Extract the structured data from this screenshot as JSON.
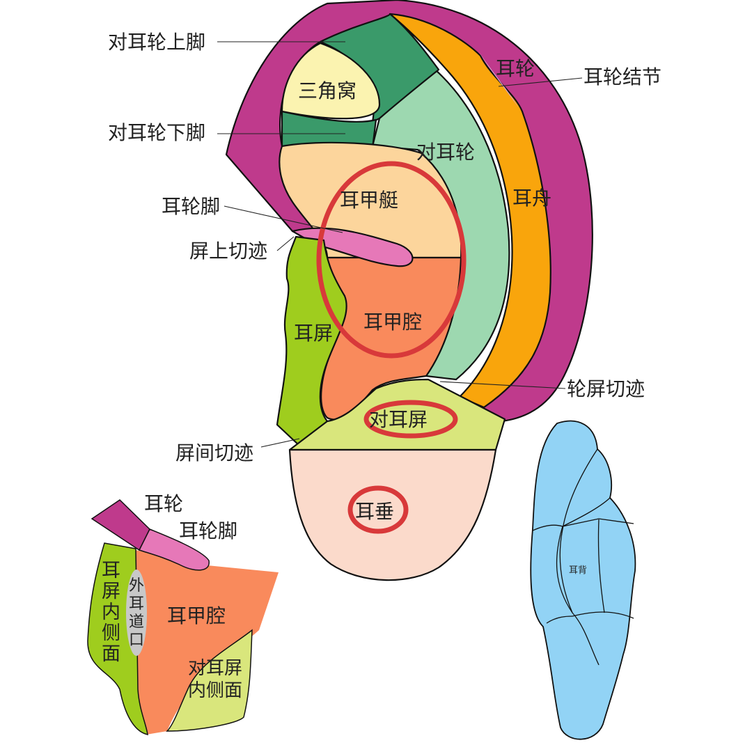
{
  "diagram": {
    "title": "",
    "colors": {
      "helix": "#bf3a8c",
      "scapha": "#f9a50c",
      "antihelix": "#9dd8b0",
      "antihelix_crura": "#3a9a6a",
      "triangular_fossa": "#fbf3b0",
      "cymba_conchae": "#fcd59c",
      "cavum_conchae": "#f98a5c",
      "helix_crus": "#e678b8",
      "tragus": "#9fcd1e",
      "antitragus": "#d9e67c",
      "lobule": "#fbdacb",
      "ear_canal": "#c8c8c8",
      "ear_back": "#92d3f5",
      "highlight_ring": "#d8393a",
      "tubercle": "#d9a5d6"
    },
    "main_ear": {
      "region_labels": {
        "triangular_fossa": "三角窝",
        "antihelix": "对耳轮",
        "helix": "耳轮",
        "scapha": "耳舟",
        "cymba_conchae": "耳甲艇",
        "cavum_conchae": "耳甲腔",
        "tragus": "耳屏",
        "antitragus": "对耳屏",
        "lobule": "耳垂"
      },
      "callouts": {
        "superior_crus": "对耳轮上脚",
        "inferior_crus": "对耳轮下脚",
        "helix_tubercle": "耳轮结节",
        "helix_crus": "耳轮脚",
        "supratragic_notch": "屏上切迹",
        "helix_antitragus_notch": "轮屏切迹",
        "intertragic_notch": "屏间切迹"
      },
      "highlighted": [
        "耳甲艇",
        "耳甲腔",
        "对耳屏",
        "耳垂"
      ]
    },
    "inner_view": {
      "labels": {
        "helix": "耳轮",
        "helix_crus": "耳轮脚",
        "tragus_inner": "耳屏内侧面",
        "ear_canal": "外耳道口",
        "cavum_conchae": "耳甲腔",
        "antitragus_inner_line1": "对耳屏",
        "antitragus_inner_line2": "内侧面"
      }
    },
    "back_view": {
      "label": "耳背"
    }
  }
}
